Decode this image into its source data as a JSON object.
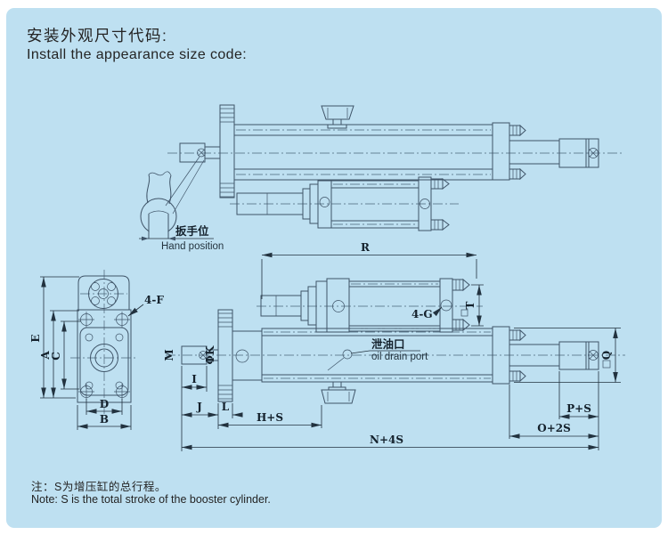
{
  "colors": {
    "panel_bg": "#bee0f1",
    "line": "#3f5468",
    "text": "#242424"
  },
  "header": {
    "title_zh": "安装外观尺寸代码:",
    "title_en": "Install the appearance size code:"
  },
  "note": {
    "zh": "注：S为增压缸的总行程。",
    "en": "Note: S is the total stroke of the booster cylinder."
  },
  "callouts": {
    "hand_zh": "扳手位",
    "hand_en": "Hand position",
    "oil_zh": "泄油口",
    "oil_en": "oil drain port"
  },
  "dims": {
    "R": "R",
    "T": "T",
    "Q": "Q",
    "M": "M",
    "K": "ΦK",
    "I": "I",
    "J": "J",
    "L": "L",
    "HS": "H+S",
    "PS": "P+S",
    "O2S": "O+2S",
    "N4S": "N+4S",
    "E": "E",
    "A": "A",
    "C": "C",
    "D": "D",
    "B": "B",
    "F4": "4-F",
    "G4": "4-G"
  }
}
